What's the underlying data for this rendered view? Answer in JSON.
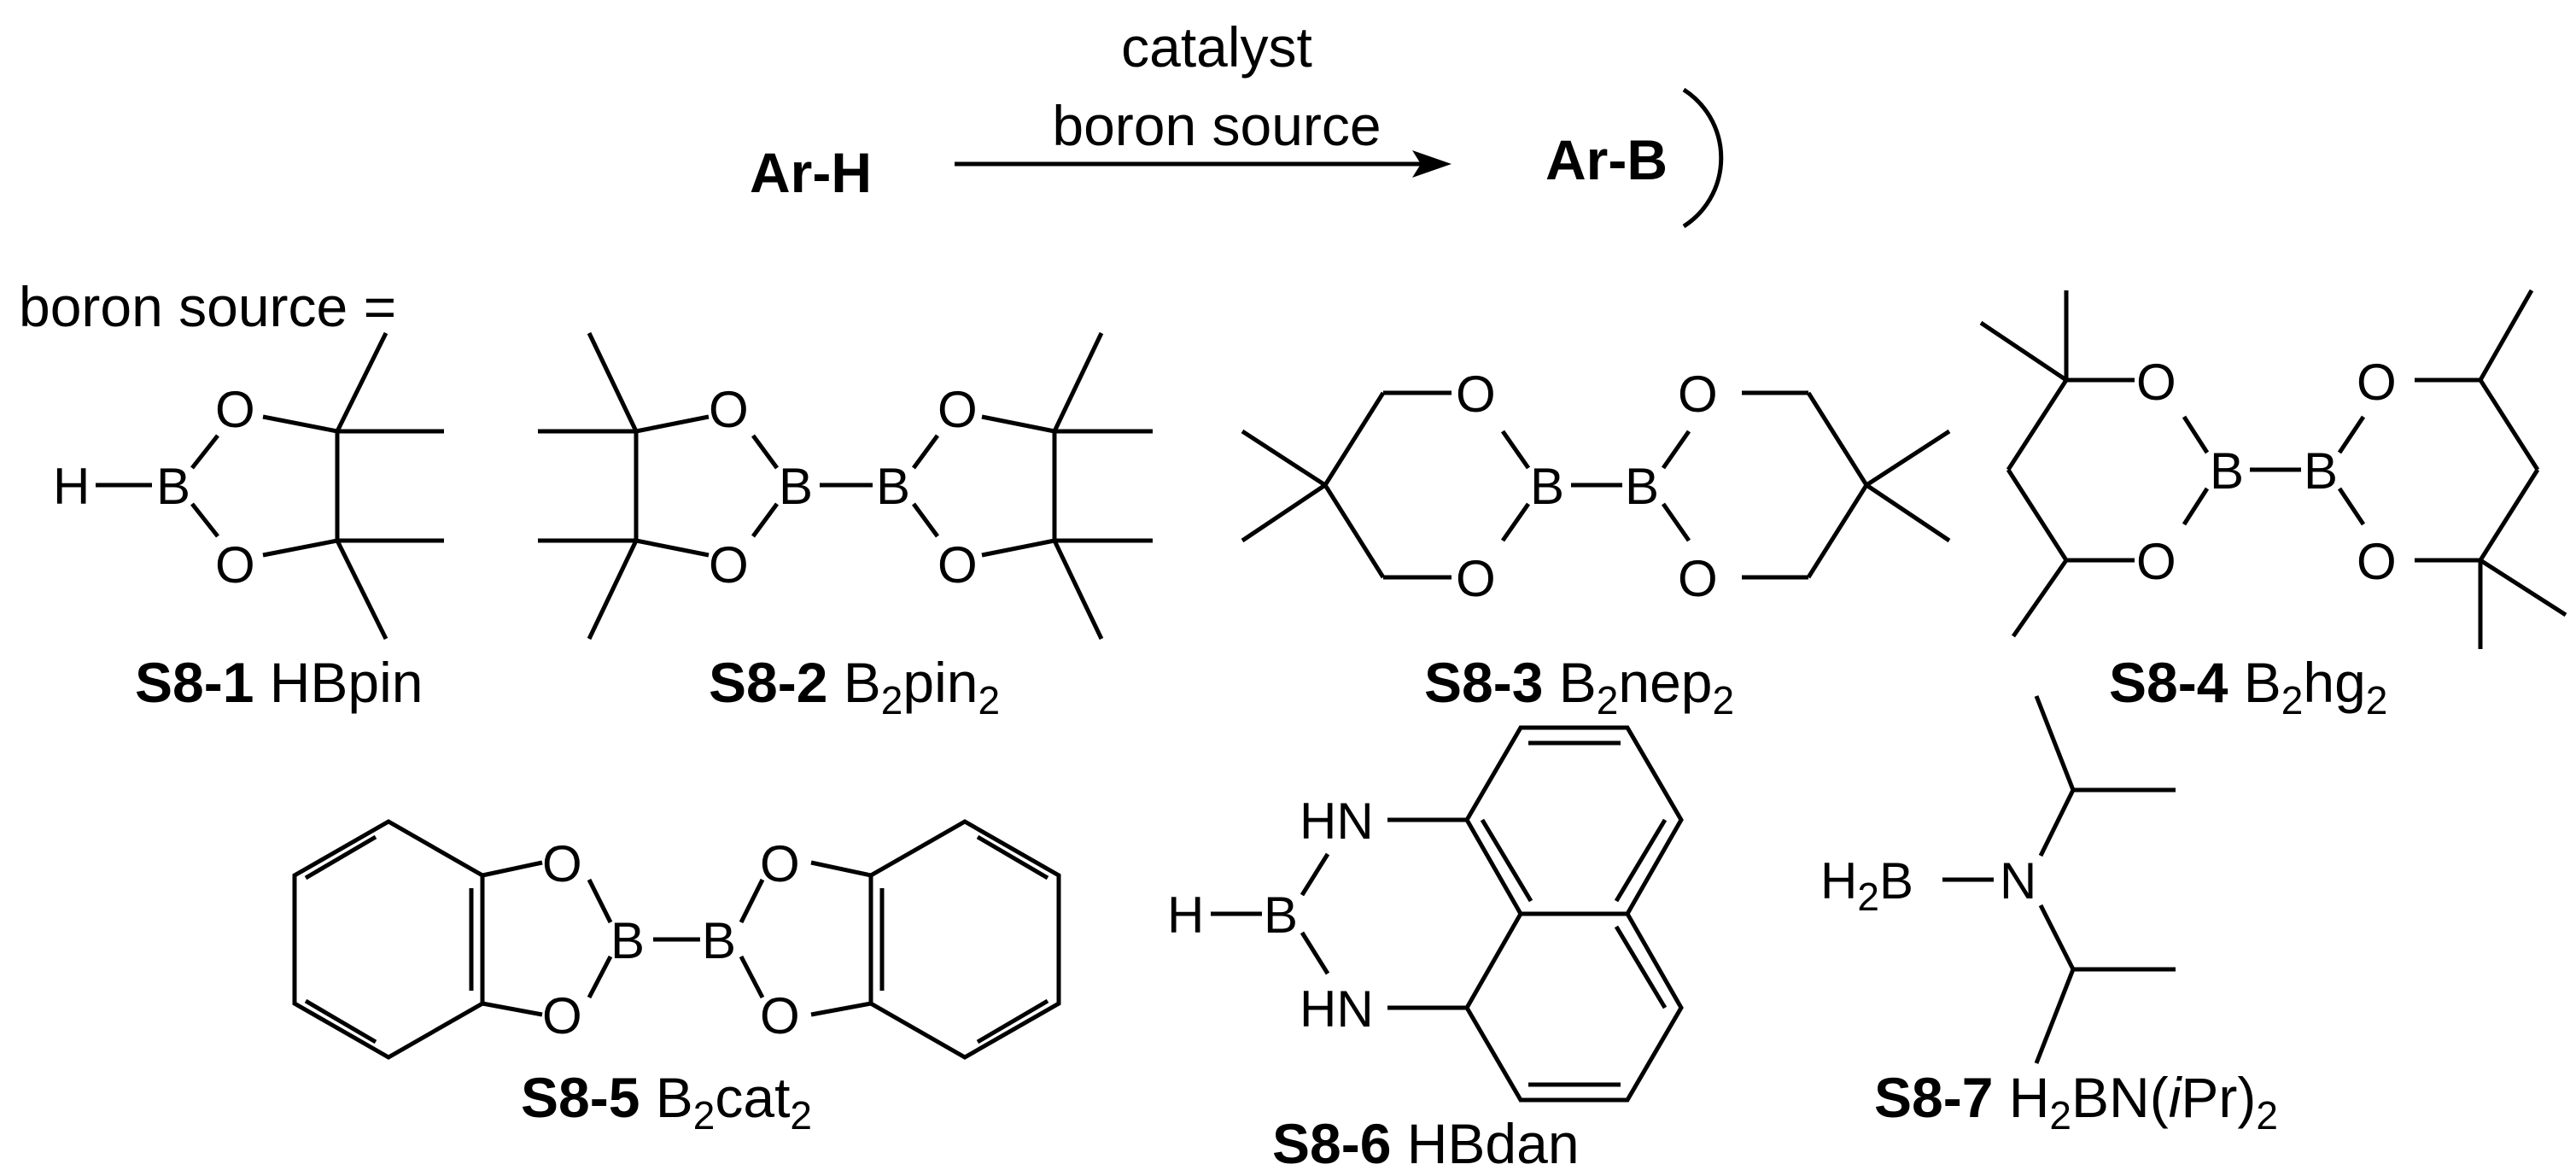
{
  "reaction": {
    "reactant": "Ar-H",
    "conditions_line1": "catalyst",
    "conditions_line2": "boron source",
    "product": "Ar-B",
    "boron_source_label": "boron source ="
  },
  "atoms": {
    "H": "H",
    "B": "B",
    "O": "O",
    "N": "N",
    "HN": "HN",
    "H2B_main": "H",
    "H2B_sub": "2",
    "H2B_B": "B"
  },
  "compounds": [
    {
      "id": "S8-1",
      "parts": [
        {
          "t": "HBpin"
        }
      ]
    },
    {
      "id": "S8-2",
      "parts": [
        {
          "t": "B"
        },
        {
          "t": "2",
          "sub": true
        },
        {
          "t": "pin"
        },
        {
          "t": "2",
          "sub": true
        }
      ]
    },
    {
      "id": "S8-3",
      "parts": [
        {
          "t": "B"
        },
        {
          "t": "2",
          "sub": true
        },
        {
          "t": "nep"
        },
        {
          "t": "2",
          "sub": true
        }
      ]
    },
    {
      "id": "S8-4",
      "parts": [
        {
          "t": "B"
        },
        {
          "t": "2",
          "sub": true
        },
        {
          "t": "hg"
        },
        {
          "t": "2",
          "sub": true
        }
      ]
    },
    {
      "id": "S8-5",
      "parts": [
        {
          "t": "B"
        },
        {
          "t": "2",
          "sub": true
        },
        {
          "t": "cat"
        },
        {
          "t": "2",
          "sub": true
        }
      ]
    },
    {
      "id": "S8-6",
      "parts": [
        {
          "t": "HBdan"
        }
      ]
    },
    {
      "id": "S8-7",
      "parts": [
        {
          "t": "H"
        },
        {
          "t": "2",
          "sub": true
        },
        {
          "t": "BN("
        },
        {
          "t": "i",
          "italic": true
        },
        {
          "t": "Pr)"
        },
        {
          "t": "2",
          "sub": true
        }
      ]
    }
  ]
}
